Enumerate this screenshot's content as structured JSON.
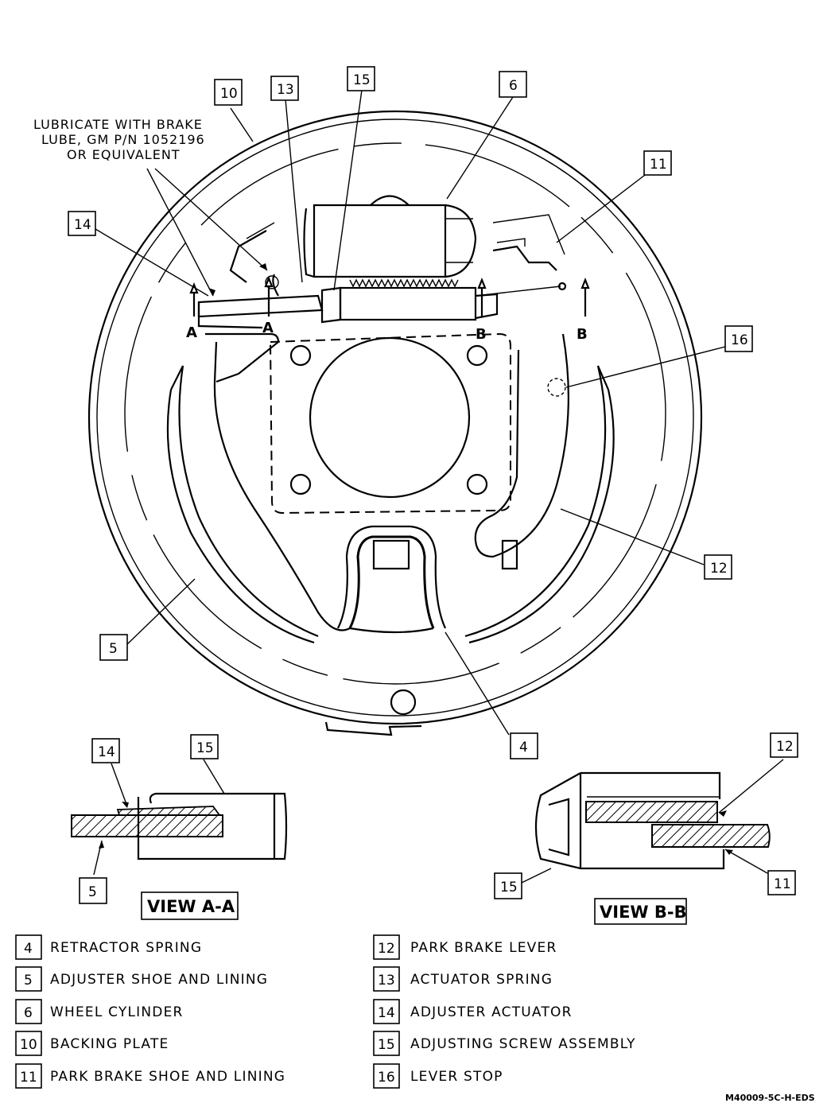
{
  "note": {
    "lines": [
      "LUBRICATE WITH BRAKE",
      "LUBE, GM P/N 1052196",
      "OR EQUIVALENT"
    ]
  },
  "callouts": {
    "c10": "10",
    "c13": "13",
    "c15": "15",
    "c6": "6",
    "c11": "11",
    "c14": "14",
    "c16": "16",
    "c12": "12",
    "c5": "5",
    "c4": "4"
  },
  "section_markers": {
    "a": "A",
    "b": "B"
  },
  "view_aa": {
    "title": "VIEW A-A",
    "callouts": {
      "c14": "14",
      "c15": "15",
      "c5": "5"
    }
  },
  "view_bb": {
    "title": "VIEW B-B",
    "callouts": {
      "c12": "12",
      "c15": "15",
      "c11": "11"
    }
  },
  "legend": [
    {
      "num": "4",
      "text": "RETRACTOR SPRING"
    },
    {
      "num": "5",
      "text": "ADJUSTER SHOE AND LINING"
    },
    {
      "num": "6",
      "text": "WHEEL CYLINDER"
    },
    {
      "num": "10",
      "text": "BACKING PLATE"
    },
    {
      "num": "11",
      "text": "PARK BRAKE SHOE AND LINING"
    },
    {
      "num": "12",
      "text": "PARK BRAKE LEVER"
    },
    {
      "num": "13",
      "text": "ACTUATOR SPRING"
    },
    {
      "num": "14",
      "text": "ADJUSTER ACTUATOR"
    },
    {
      "num": "15",
      "text": "ADJUSTING SCREW ASSEMBLY"
    },
    {
      "num": "16",
      "text": "LEVER STOP"
    }
  ],
  "figure_code": "M40009-5C-H-EDS"
}
